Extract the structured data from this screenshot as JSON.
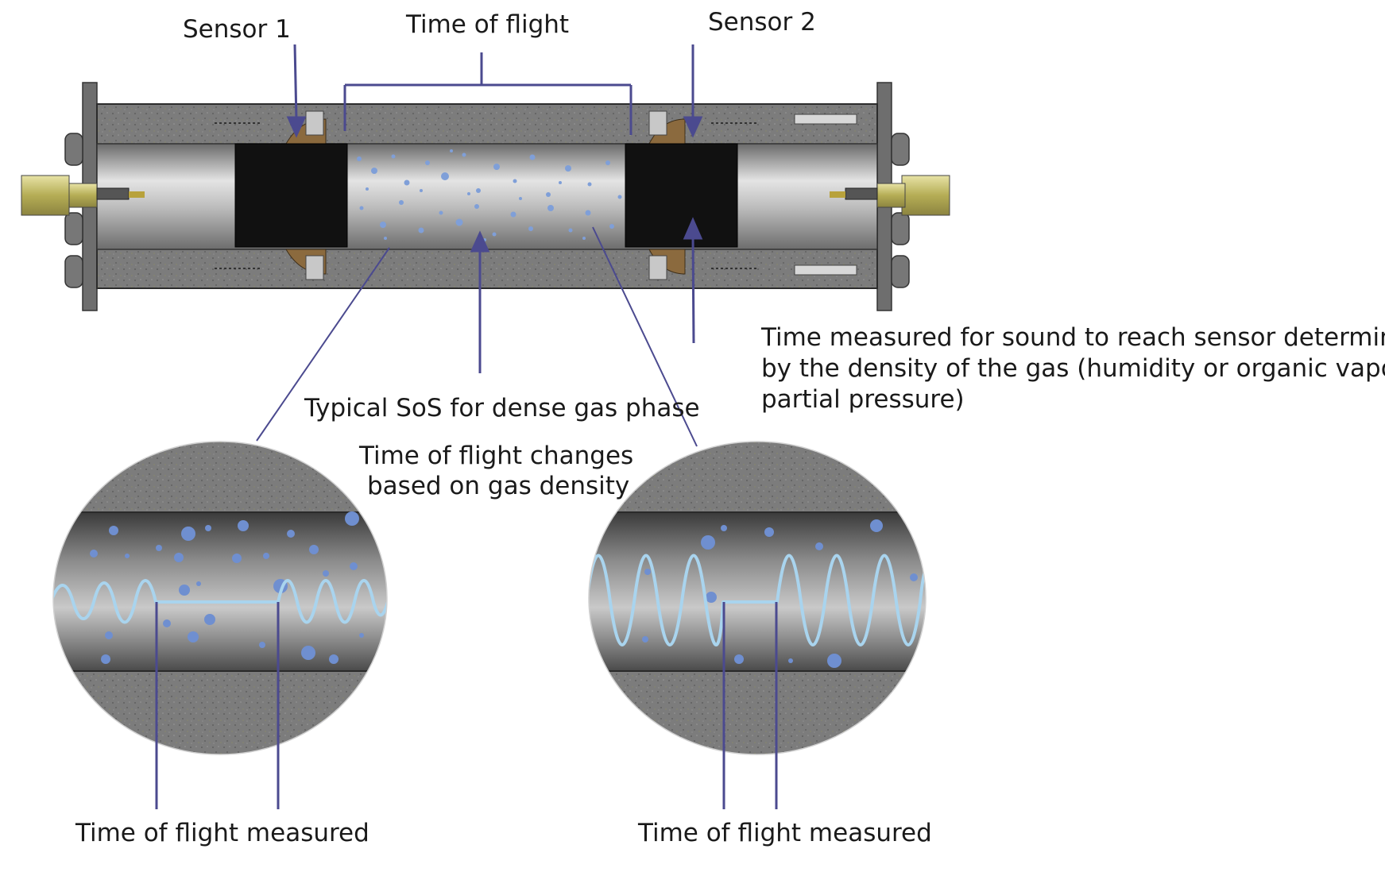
{
  "labels": {
    "sensor1": "Sensor 1",
    "sensor2": "Sensor 2",
    "time_of_flight": "Time of flight",
    "typical_sos": "Typical SoS for dense gas phase",
    "tof_changes_line1": "Time of flight changes",
    "tof_changes_line2": "based on gas density",
    "time_measured_line1": "Time measured for sound to reach sensor determined",
    "time_measured_line2": "by the density of the gas (humidity or organic vapor",
    "time_measured_line3": "partial pressure)",
    "tof_measured_left": "Time of flight measured",
    "tof_measured_right": "Time of flight measured"
  },
  "colors": {
    "arrow": "#4b4a8f",
    "wave": "#a9d4ee",
    "sensor": "#111111",
    "housing": "#7a7a7a",
    "bubble": "#6f8fd0"
  }
}
